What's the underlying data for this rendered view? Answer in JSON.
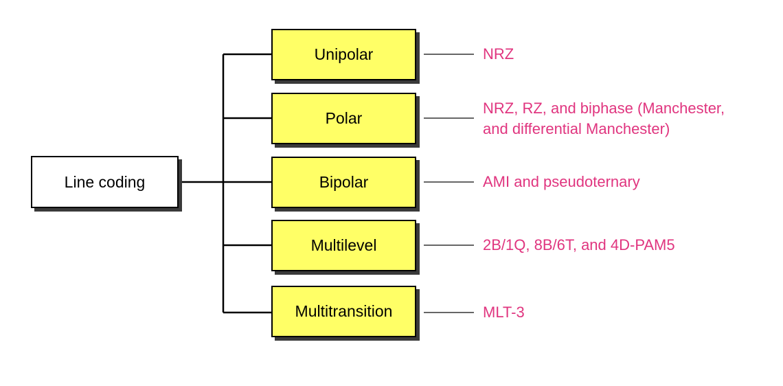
{
  "colors": {
    "root_fill": "#ffffff",
    "category_fill": "#ffff66",
    "description_text": "#e0357f",
    "lines": "#000000"
  },
  "root": {
    "label": "Line coding"
  },
  "categories": [
    {
      "label": "Unipolar",
      "description": [
        "NRZ"
      ]
    },
    {
      "label": "Polar",
      "description": [
        "NRZ, RZ, and biphase (Manchester,",
        "and differential Manchester)"
      ]
    },
    {
      "label": "Bipolar",
      "description": [
        "AMI and pseudoternary"
      ]
    },
    {
      "label": "Multilevel",
      "description": [
        "2B/1Q,  8B/6T, and 4D-PAM5"
      ]
    },
    {
      "label": "Multitransition",
      "description": [
        "MLT-3"
      ]
    }
  ]
}
